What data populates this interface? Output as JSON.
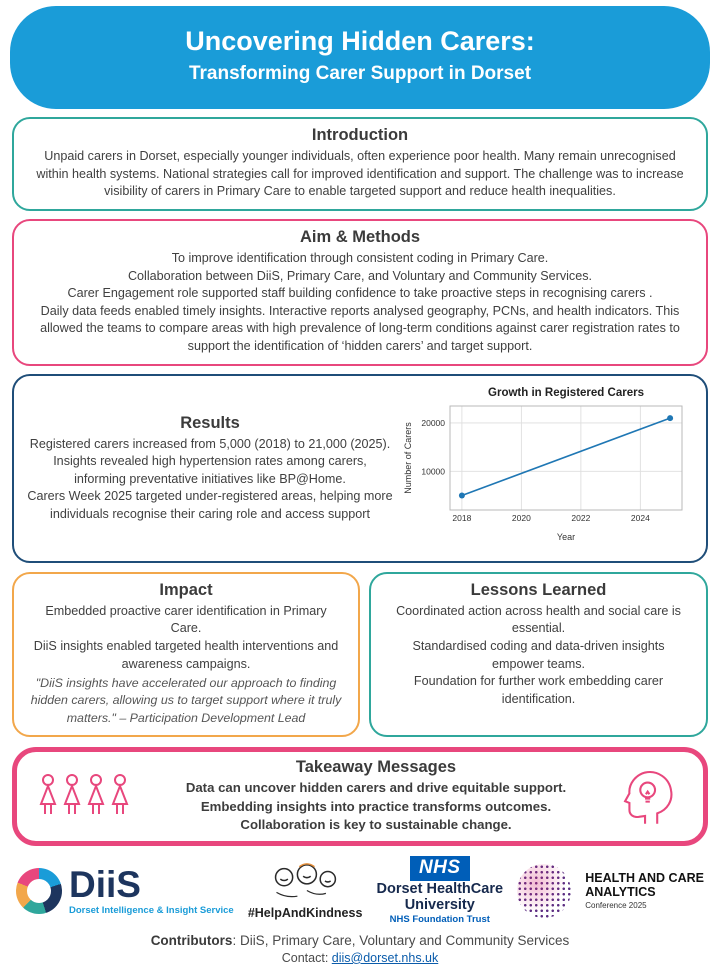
{
  "header": {
    "title": "Uncovering Hidden Carers:",
    "subtitle": "Transforming Carer Support in Dorset"
  },
  "sections": {
    "introduction": {
      "title": "Introduction",
      "body": "Unpaid carers in Dorset, especially younger individuals, often experience poor health. Many remain unrecognised within health systems. National strategies call for improved identification and support. The challenge was to increase visibility of carers in Primary Care to enable targeted support and reduce health inequalities."
    },
    "aim_methods": {
      "title": "Aim & Methods",
      "lines": [
        "To improve identification through consistent coding in Primary Care.",
        "Collaboration between DiiS, Primary Care, and Voluntary and Community Services.",
        "Carer Engagement role supported staff building confidence to take proactive steps in recognising carers .",
        "Daily data feeds enabled timely insights. Interactive reports analysed geography, PCNs, and health indicators. This allowed the teams to compare areas with high prevalence of long-term conditions against carer registration rates to support the identification of ‘hidden carers’ and target support."
      ]
    },
    "results": {
      "title": "Results",
      "lines": [
        "Registered carers increased from 5,000 (2018) to 21,000 (2025).",
        "Insights revealed high hypertension rates among carers, informing preventative initiatives like BP@Home.",
        "Carers Week 2025 targeted under-registered areas, helping more individuals recognise their caring role and access support"
      ]
    },
    "impact": {
      "title": "Impact",
      "lines": [
        "Embedded proactive carer identification in Primary Care.",
        "DiiS insights enabled targeted health interventions and awareness campaigns."
      ],
      "quote": "\"DiiS insights have accelerated our approach to finding hidden carers, allowing us to target support where it truly matters.\" – Participation Development Lead"
    },
    "lessons": {
      "title": "Lessons Learned",
      "lines": [
        "Coordinated action across health and social care is essential.",
        "Standardised coding and data-driven insights empower teams.",
        "Foundation for further work embedding carer identification."
      ]
    },
    "takeaway": {
      "title": "Takeaway Messages",
      "lines": [
        "Data can uncover hidden carers and drive equitable support.",
        "Embedding insights into practice transforms outcomes.",
        "Collaboration is key to sustainable change."
      ]
    }
  },
  "chart_data": {
    "type": "line",
    "title": "Growth in Registered Carers",
    "xlabel": "Year",
    "ylabel": "Number of Carers",
    "x": [
      2018,
      2025
    ],
    "y": [
      5000,
      21000
    ],
    "xticks": [
      2018,
      2020,
      2022,
      2024
    ],
    "yticks": [
      10000,
      20000
    ],
    "xlim": [
      2017.6,
      2025.4
    ],
    "ylim": [
      2000,
      23500
    ],
    "line_color": "#1f77b4",
    "grid": true,
    "legend": "none"
  },
  "footer": {
    "diis": {
      "name": "DiiS",
      "tagline": "Dorset Intelligence & Insight Service"
    },
    "help_kindness": "#HelpAndKindness",
    "nhs": {
      "abbr": "NHS",
      "org_line1": "Dorset HealthCare",
      "org_line2": "University",
      "trust": "NHS Foundation Trust"
    },
    "hca": {
      "line1": "HEALTH AND CARE",
      "line2": "ANALYTICS",
      "line3": "Conference 2025"
    },
    "contributors_label": "Contributors",
    "contributors_rest": ": DiiS, Primary Care, Voluntary and Community Services",
    "contact_label": "Contact: ",
    "contact_email": "diis@dorset.nhs.uk"
  },
  "colors": {
    "header_blue": "#1a9cd8",
    "teal": "#2fa79c",
    "pink": "#e8477d",
    "navy": "#1f4e79",
    "orange": "#f2a74b",
    "nhs_blue": "#005EB8",
    "diis_navy": "#1d355e",
    "link_blue": "#0b5cab",
    "chart_line": "#1f77b4"
  }
}
